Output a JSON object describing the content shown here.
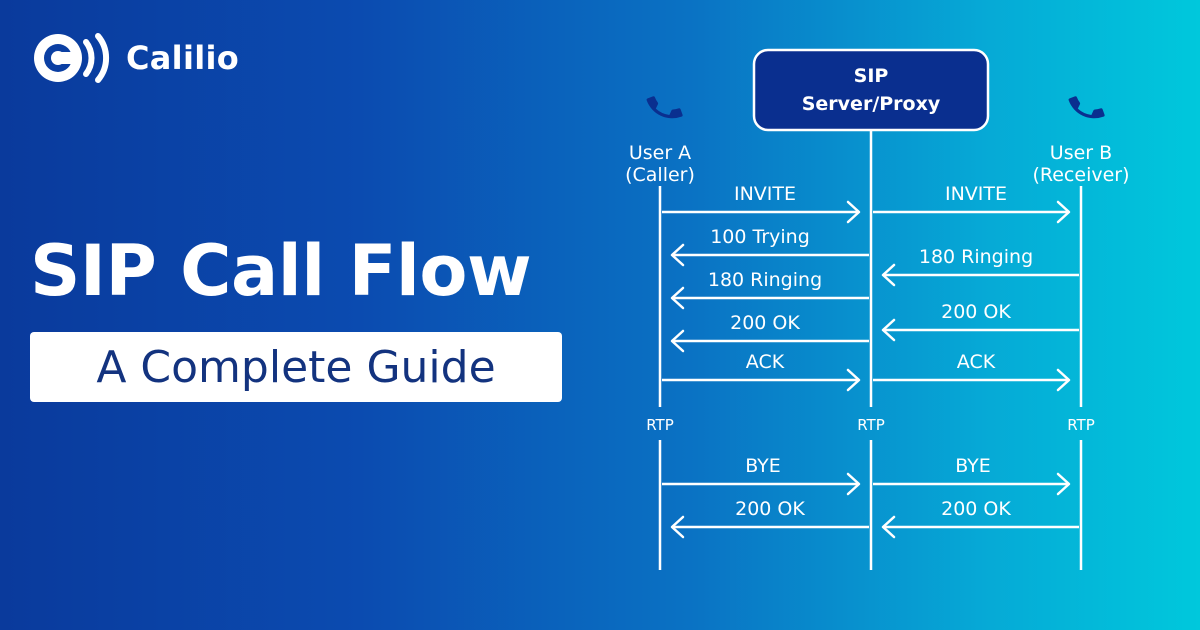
{
  "brand": {
    "name": "Calilio"
  },
  "headline": {
    "title": "SIP Call Flow",
    "subtitle": "A Complete Guide"
  },
  "diagram": {
    "server": {
      "line1": "SIP",
      "line2": "Server/Proxy"
    },
    "user_a": {
      "line1": "User A",
      "line2": "(Caller)"
    },
    "user_b": {
      "line1": "User B",
      "line2": "(Receiver)"
    },
    "rtp_label": "RTP",
    "left_messages": [
      {
        "label": "INVITE",
        "direction": "right"
      },
      {
        "label": "100 Trying",
        "direction": "left"
      },
      {
        "label": "180 Ringing",
        "direction": "left"
      },
      {
        "label": "200 OK",
        "direction": "left"
      },
      {
        "label": "ACK",
        "direction": "right"
      },
      {
        "label": "BYE",
        "direction": "right"
      },
      {
        "label": "200 OK",
        "direction": "left"
      }
    ],
    "right_messages": [
      {
        "label": "INVITE",
        "direction": "right"
      },
      {
        "label": "180 Ringing",
        "direction": "left"
      },
      {
        "label": "200 OK",
        "direction": "left"
      },
      {
        "label": "ACK",
        "direction": "right"
      },
      {
        "label": "BYE",
        "direction": "right"
      },
      {
        "label": "200 OK",
        "direction": "left"
      }
    ]
  }
}
